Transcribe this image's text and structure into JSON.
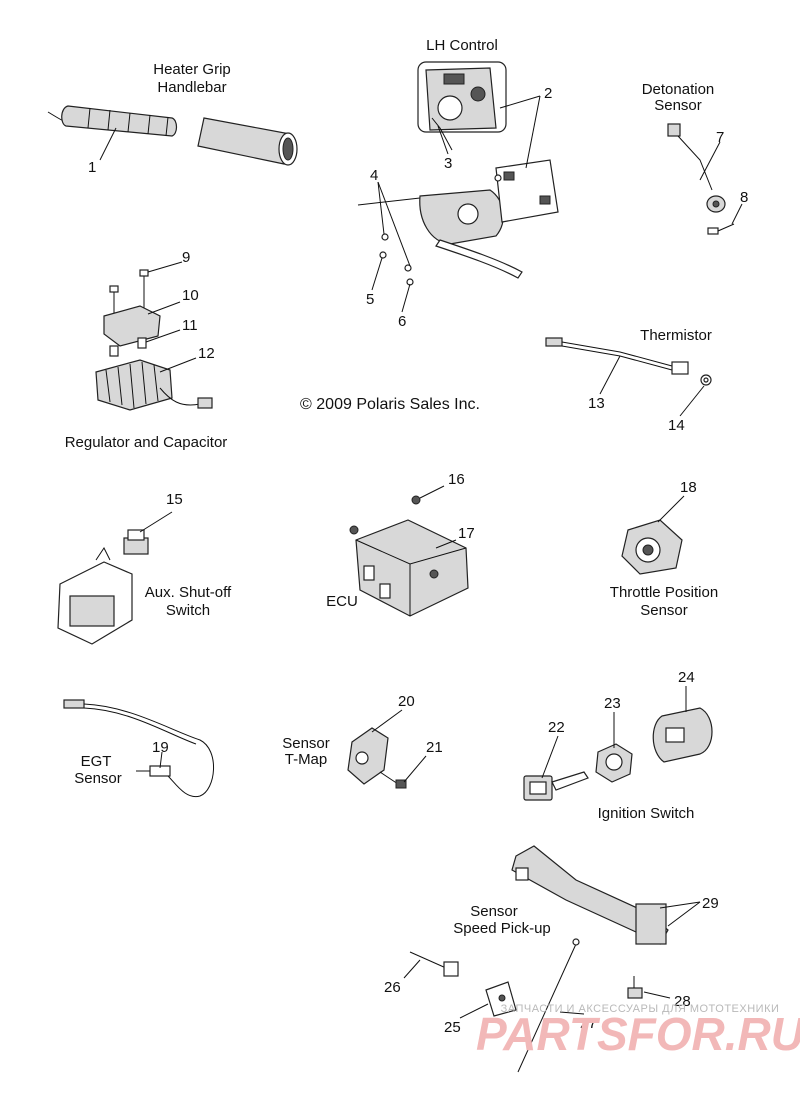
{
  "labels": {
    "heater_grip": [
      "Heater Grip",
      "Handlebar"
    ],
    "lh_control": [
      "LH Control"
    ],
    "detonation_sensor": [
      "Detonation",
      "Sensor"
    ],
    "regulator": [
      "Regulator and Capacitor"
    ],
    "copyright": [
      "© 2009 Polaris Sales Inc."
    ],
    "thermistor": [
      "Thermistor"
    ],
    "aux_switch": [
      "Aux. Shut-off",
      "Switch"
    ],
    "ecu": [
      "ECU"
    ],
    "tps": [
      "Throttle Position",
      "Sensor"
    ],
    "egt": [
      "EGT",
      "Sensor"
    ],
    "tmap": [
      "Sensor",
      "T-Map"
    ],
    "ignition": [
      "Ignition Switch"
    ],
    "speed": [
      "Sensor",
      "Speed Pick-up"
    ]
  },
  "callouts": [
    "1",
    "2",
    "3",
    "4",
    "5",
    "6",
    "7",
    "8",
    "9",
    "10",
    "11",
    "12",
    "13",
    "14",
    "15",
    "16",
    "17",
    "18",
    "19",
    "20",
    "21",
    "22",
    "23",
    "24",
    "25",
    "26",
    "27",
    "28",
    "29"
  ],
  "watermark": {
    "line1": "ЗАПЧАСТИ И АКСЕССУАРЫ ДЛЯ МОТОТЕХНИКИ",
    "line2": "PARTSFOR.RU"
  }
}
